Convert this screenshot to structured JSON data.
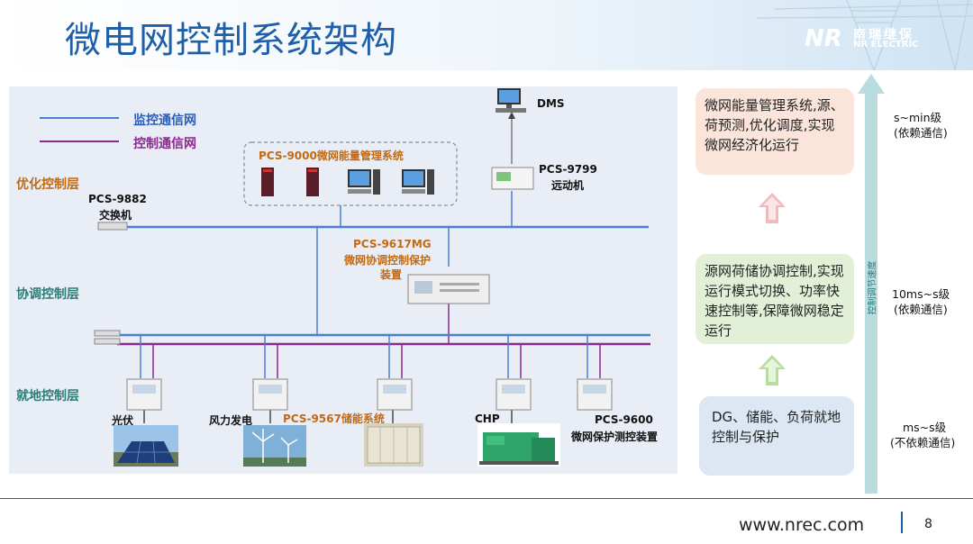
{
  "title": "微电网控制系统架构",
  "logo": {
    "mark": "NR",
    "cn": "南瑞继保",
    "en": "NR ELECTRIC"
  },
  "legend": [
    {
      "label": "监控通信网",
      "color": "#4a7fd6"
    },
    {
      "label": "控制通信网",
      "color": "#8a2a8c"
    }
  ],
  "layers": {
    "optimize": "优化控制层",
    "coordinate": "协调控制层",
    "local": "就地控制层"
  },
  "devices": {
    "dms": "DMS",
    "ems": "PCS-9000微网能量管理系统",
    "rtu_model": "PCS-9799",
    "rtu_name": "远动机",
    "switch_model": "PCS-9882",
    "switch_name": "交换机",
    "coord_model": "PCS-9617MG",
    "coord_name1": "微网协调控制保护",
    "coord_name2": "装置",
    "storage": "PCS-9567储能系统",
    "pv": "光伏",
    "wind": "风力发电",
    "chp": "CHP",
    "prot_model": "PCS-9600",
    "prot_name": "微网保护测控装置"
  },
  "boxes": {
    "top": "微网能量管理系统,源、荷预测,优化调度,实现微网经济化运行",
    "mid": "源网荷储协调控制,实现运行模式切换、功率快速控制等,保障微网稳定运行",
    "bot": "DG、储能、负荷就地控制与保护"
  },
  "arrow_label": "控制调节速度",
  "speed": {
    "top1": "s~min级",
    "top2": "(依赖通信)",
    "mid1": "10ms~s级",
    "mid2": "(依赖通信)",
    "bot1": "ms~s级",
    "bot2": "(不依赖通信)"
  },
  "footer": {
    "url": "www.nrec.com",
    "page": "8"
  },
  "colors": {
    "title": "#1f5fa8",
    "monitor_net": "#4a7fd6",
    "control_net": "#8a2a8c",
    "layer_orange": "#c26a13",
    "layer_teal": "#2e7d76"
  }
}
